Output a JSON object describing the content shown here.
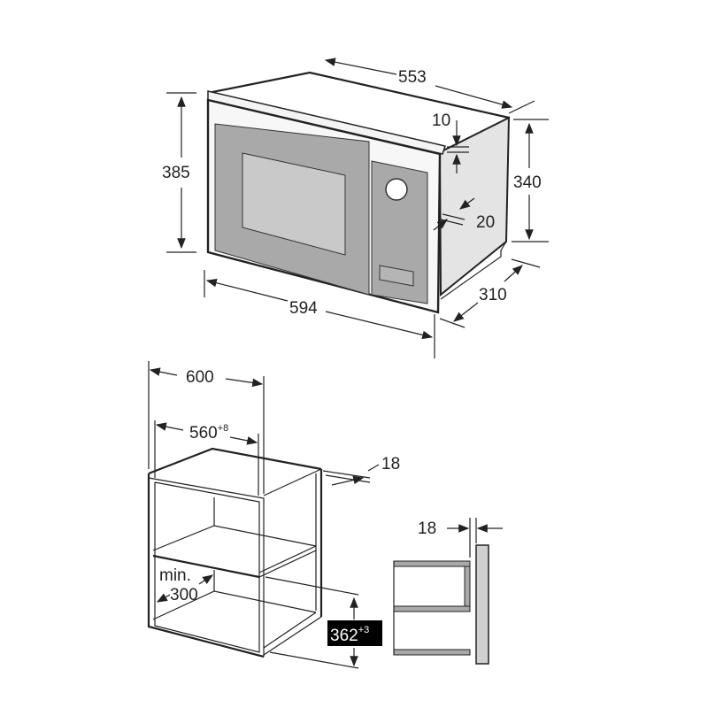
{
  "microwave": {
    "width_label": "594",
    "depth_label": "553",
    "height_label": "385",
    "body_height_label": "340",
    "trim_label": "10",
    "frame_label": "20",
    "side_depth_label": "310"
  },
  "cabinet": {
    "outer_width_label": "600",
    "inner_width_label": "560",
    "inner_width_tolerance": "+8",
    "panel_thickness_label": "18",
    "min_label": "min.",
    "min_depth_label": "300",
    "niche_height_label": "362",
    "niche_height_tolerance": "+3"
  },
  "detail": {
    "thickness_label": "18"
  },
  "colors": {
    "panel_gray": "#a9a9a9",
    "side_gray": "#e4e4e4",
    "window_gray": "#c9c9c9"
  }
}
